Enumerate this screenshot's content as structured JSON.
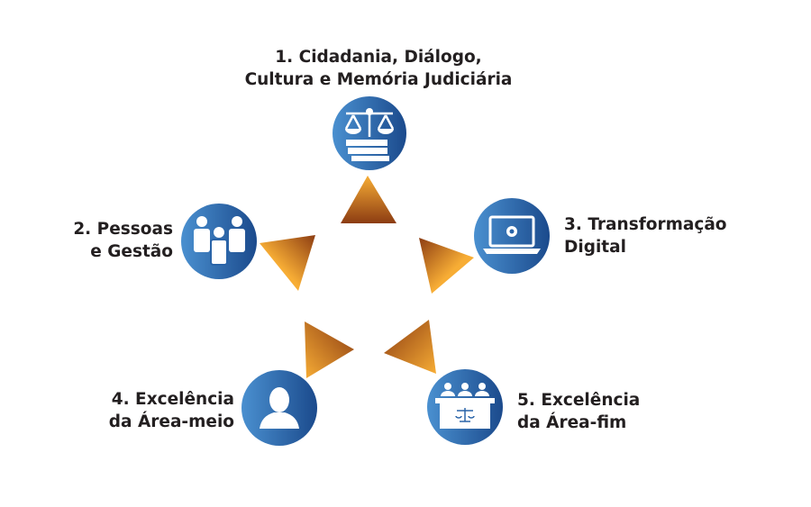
{
  "title": "Strategic pillars diagram",
  "colors": {
    "circle_light": "#3f86c8",
    "circle_dark": "#1d4f91",
    "triangle_light": "#f5a933",
    "triangle_dark": "#8f3f12",
    "text": "#231f20"
  },
  "items": [
    {
      "line1": "1. Cidadania, Diálogo,",
      "line2": "Cultura e Memória Judiciária",
      "icon": "scales-books-icon"
    },
    {
      "line1": "2. Pessoas",
      "line2": "e Gestão",
      "icon": "people-group-icon"
    },
    {
      "line1": "3. Transformação",
      "line2": "Digital",
      "icon": "laptop-gear-icon"
    },
    {
      "line1": "4. Excelência",
      "line2": "da Área-meio",
      "icon": "person-icon"
    },
    {
      "line1": "5. Excelência",
      "line2": "da Área-fim",
      "icon": "court-bench-icon"
    }
  ]
}
